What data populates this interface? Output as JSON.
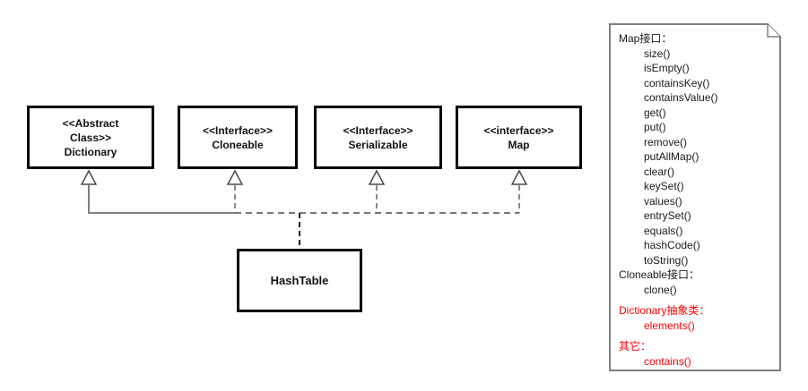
{
  "colors": {
    "box_border": "#000000",
    "note_border": "#808080",
    "solid_edge": "#808080",
    "dashed_edge": "#4d4d4d",
    "highlight": "#ff0000",
    "text": "#1a1a1a"
  },
  "classes": {
    "dictionary": {
      "lines": [
        "<<Abstract",
        "Class>>",
        "Dictionary"
      ]
    },
    "cloneable": {
      "lines": [
        "<<Interface>>",
        "Cloneable"
      ]
    },
    "serializable": {
      "lines": [
        "<<Interface>>",
        "Serializable"
      ]
    },
    "map": {
      "lines": [
        "<<interface>>",
        "Map"
      ]
    }
  },
  "subclass": {
    "label": "HashTable"
  },
  "note": {
    "sections": [
      {
        "title": "Map接口：",
        "methods": [
          "size()",
          "isEmpty()",
          "containsKey()",
          "containsValue()",
          "get()",
          "put()",
          "remove()",
          "putAllMap()",
          "clear()",
          "keySet()",
          "values()",
          "entrySet()",
          "equals()",
          "hashCode()",
          "toString()"
        ]
      },
      {
        "title": "Cloneable接口：",
        "methods": [
          "clone()"
        ]
      },
      {
        "title": "Dictionary抽象类：",
        "methods": [
          "elements()"
        ],
        "color": "#ff0000"
      },
      {
        "title": "其它：",
        "methods": [
          "contains()"
        ],
        "color": "#ff0000"
      }
    ]
  }
}
